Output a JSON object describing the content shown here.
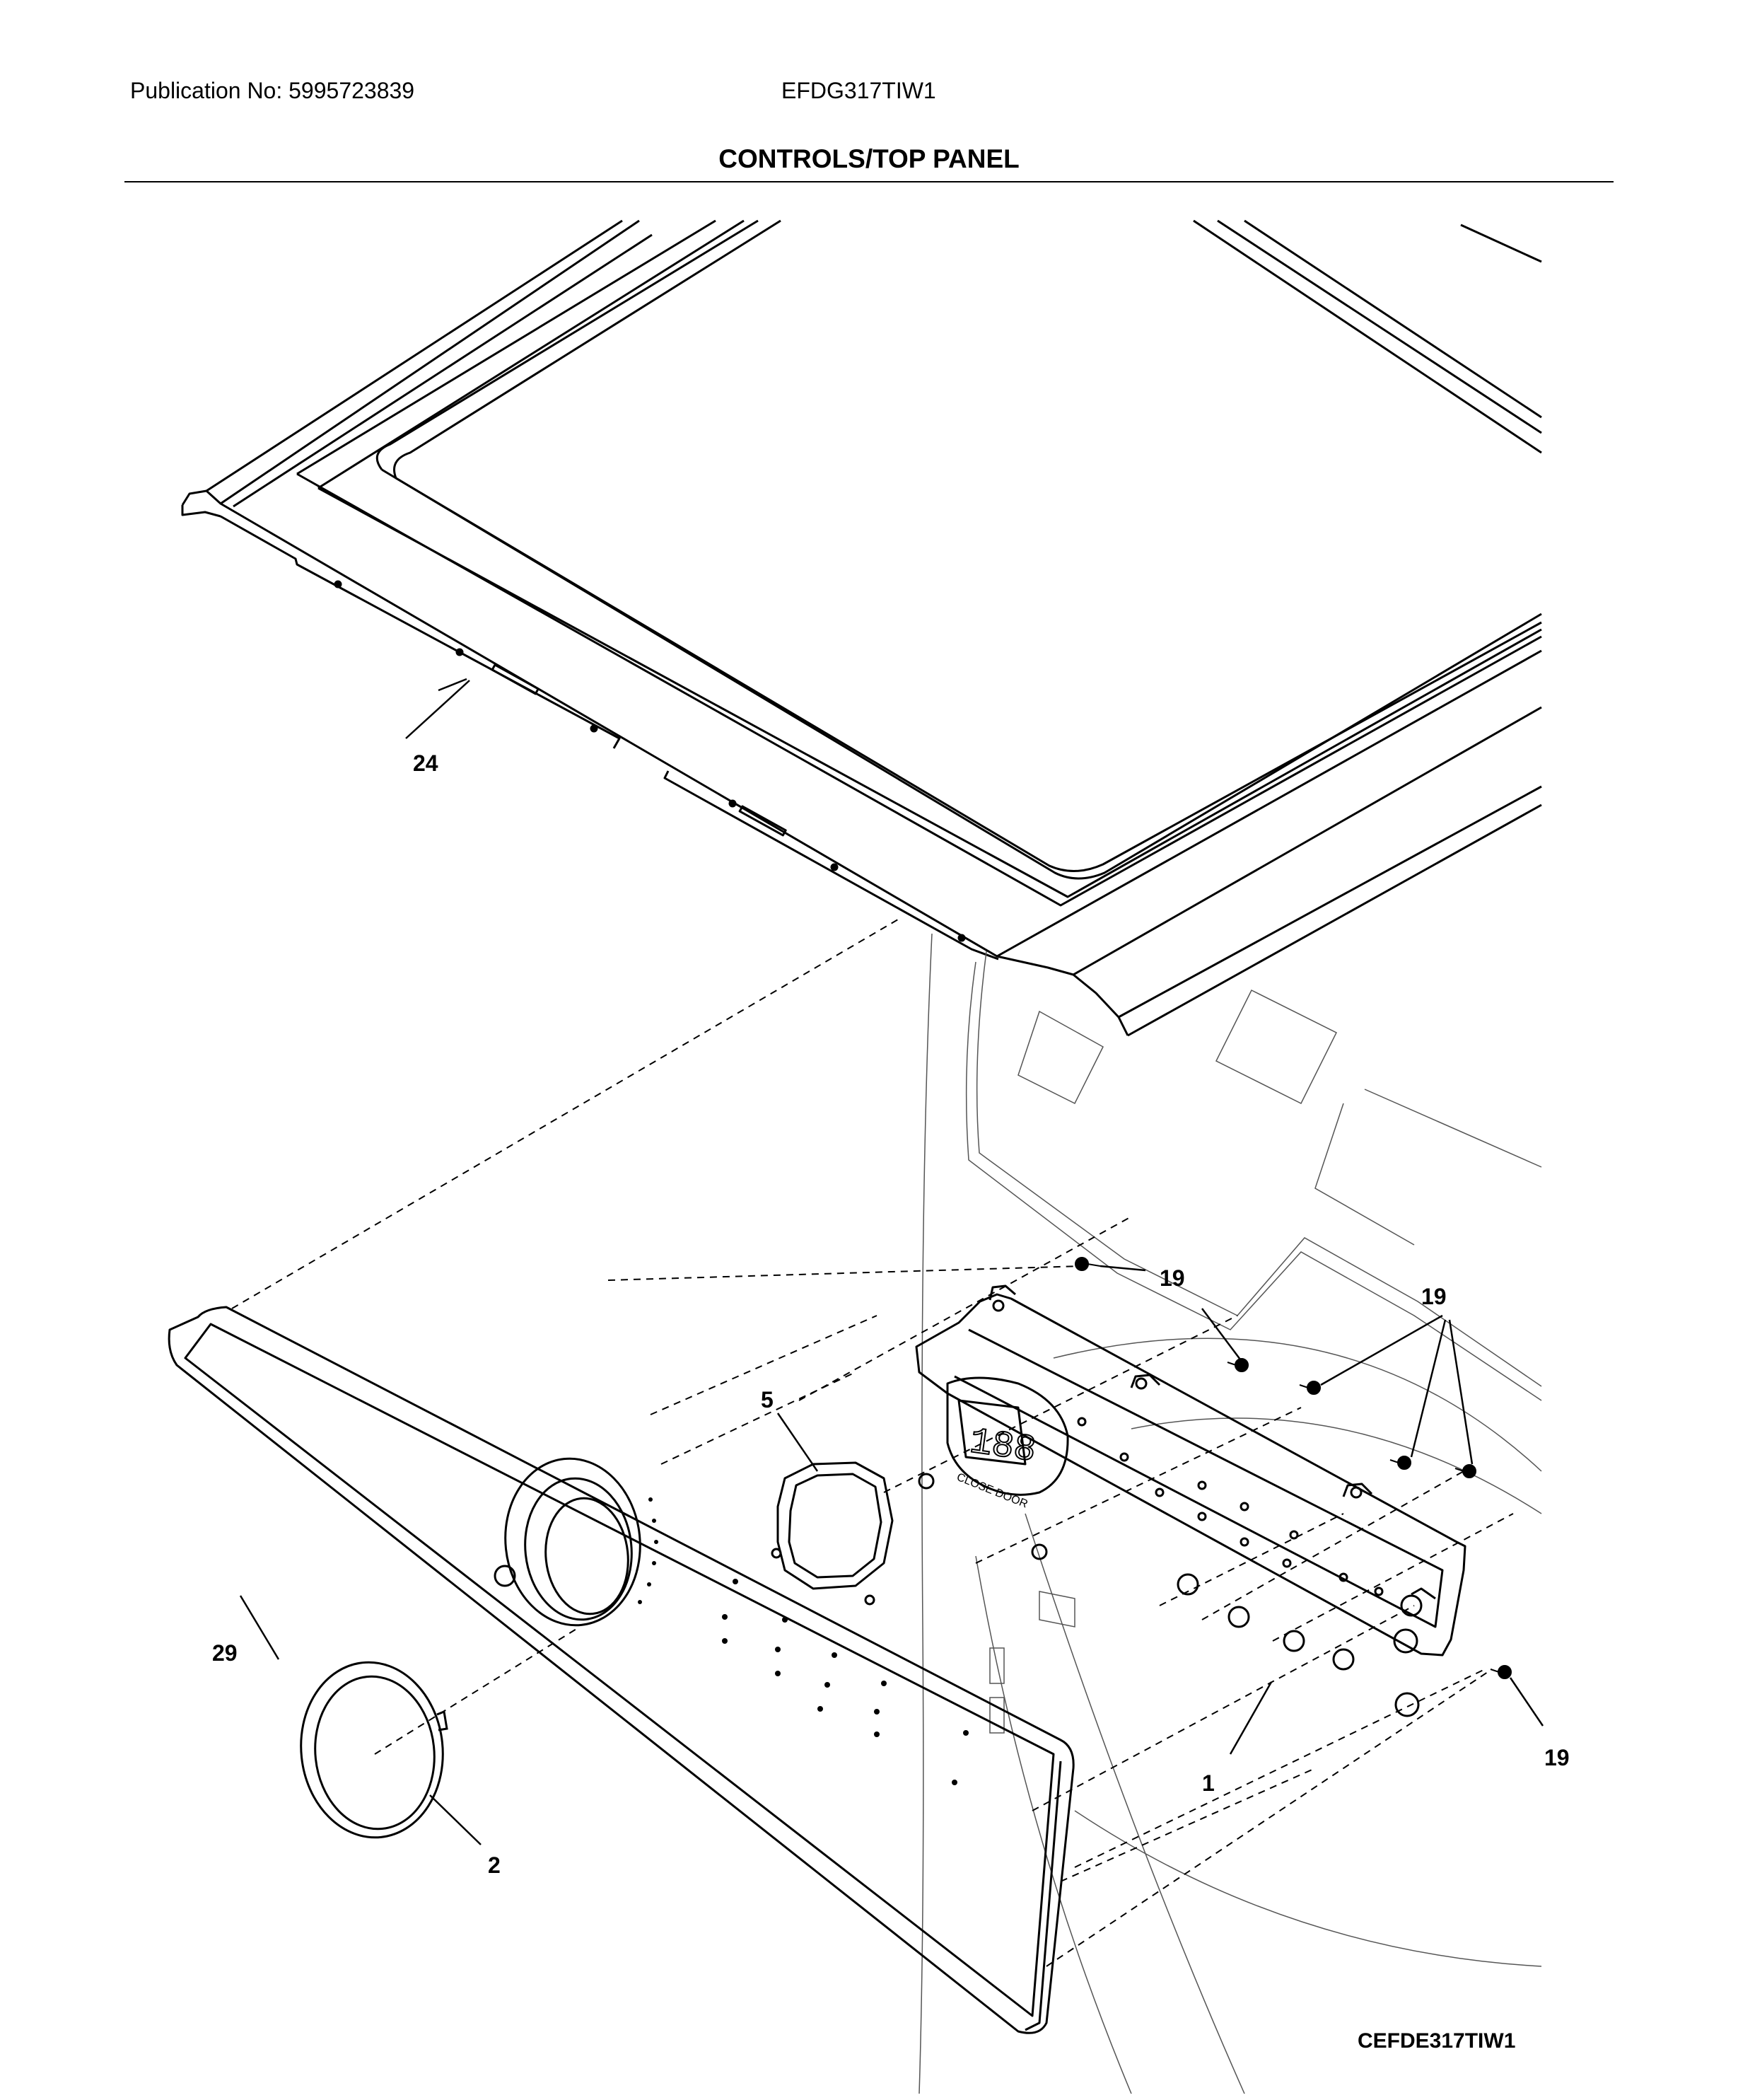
{
  "header": {
    "publication": "Publication No: 5995723839",
    "model": "EFDG317TIW1",
    "section_title": "CONTROLS/TOP PANEL"
  },
  "callouts": {
    "c24": "24",
    "c19a": "19",
    "c19b": "19",
    "c19c": "19",
    "c5": "5",
    "c29": "29",
    "c2": "2",
    "c1": "1"
  },
  "display": {
    "digits": "188",
    "door_text": "CLOSE DOOR"
  },
  "footer": {
    "diagram_code": "CEFDE317TIW1"
  }
}
